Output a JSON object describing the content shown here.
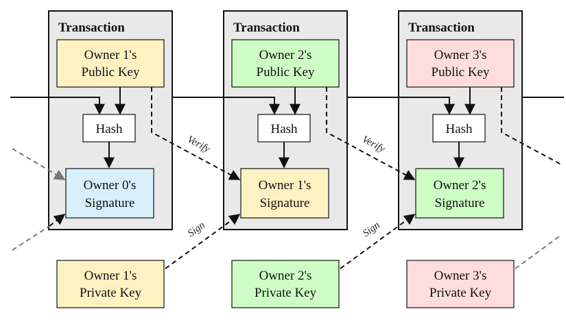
{
  "transactions": [
    {
      "title": "Transaction",
      "public_key": {
        "line1": "Owner 1's",
        "line2": "Public Key",
        "fill": "#fff2c2"
      },
      "hash": "Hash",
      "signature": {
        "line1": "Owner 0's",
        "line2": "Signature",
        "fill": "#d8f0fb"
      }
    },
    {
      "title": "Transaction",
      "public_key": {
        "line1": "Owner 2's",
        "line2": "Public Key",
        "fill": "#cdfcc4"
      },
      "hash": "Hash",
      "signature": {
        "line1": "Owner 1's",
        "line2": "Signature",
        "fill": "#fff2c2"
      }
    },
    {
      "title": "Transaction",
      "public_key": {
        "line1": "Owner 3's",
        "line2": "Public Key",
        "fill": "#ffdddd"
      },
      "hash": "Hash",
      "signature": {
        "line1": "Owner 2's",
        "line2": "Signature",
        "fill": "#cdfcc4"
      }
    }
  ],
  "private_keys": [
    {
      "line1": "Owner 1's",
      "line2": "Private Key",
      "fill": "#fff2c2"
    },
    {
      "line1": "Owner 2's",
      "line2": "Private Key",
      "fill": "#cdfcc4"
    },
    {
      "line1": "Owner 3's",
      "line2": "Private Key",
      "fill": "#ffdddd"
    }
  ],
  "edge_labels": {
    "verify_1": "Verify",
    "verify_2": "Verify",
    "sign_1": "Sign",
    "sign_2": "Sign"
  },
  "colors": {
    "transaction_bg": "#e9e9e9",
    "hash_bg": "#ffffff",
    "stroke": "#111111",
    "faded": "#777777"
  }
}
